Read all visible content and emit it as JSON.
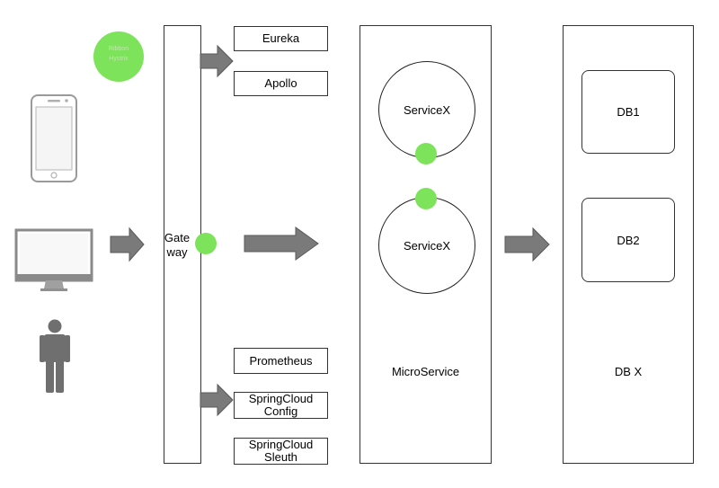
{
  "colors": {
    "accent_green": "#7de35a",
    "arrow_gray": "#7a7a7a",
    "arrow_stroke": "#5a5a5a",
    "border": "#333333",
    "device_gray": "#8a8a8a",
    "person_gray": "#6f6f6f"
  },
  "legend_bubble": {
    "text": "Ribbon\nHystrix"
  },
  "clients": {
    "phone": "mobile-phone-icon",
    "desktop": "desktop-monitor-icon",
    "person": "person-icon"
  },
  "gateway": {
    "label": "Gate\nway"
  },
  "infra_top": [
    {
      "label": "Eureka"
    },
    {
      "label": "Apollo"
    }
  ],
  "infra_bottom": [
    {
      "label": "Prometheus"
    },
    {
      "label": "SpringCloud\nConfig"
    },
    {
      "label": "SpringCloud\nSleuth"
    }
  ],
  "microservice": {
    "label": "MicroService",
    "services": [
      {
        "label": "ServiceX"
      },
      {
        "label": "ServiceX"
      }
    ]
  },
  "database": {
    "label": "DB X",
    "dbs": [
      {
        "label": "DB1"
      },
      {
        "label": "DB2"
      }
    ]
  }
}
